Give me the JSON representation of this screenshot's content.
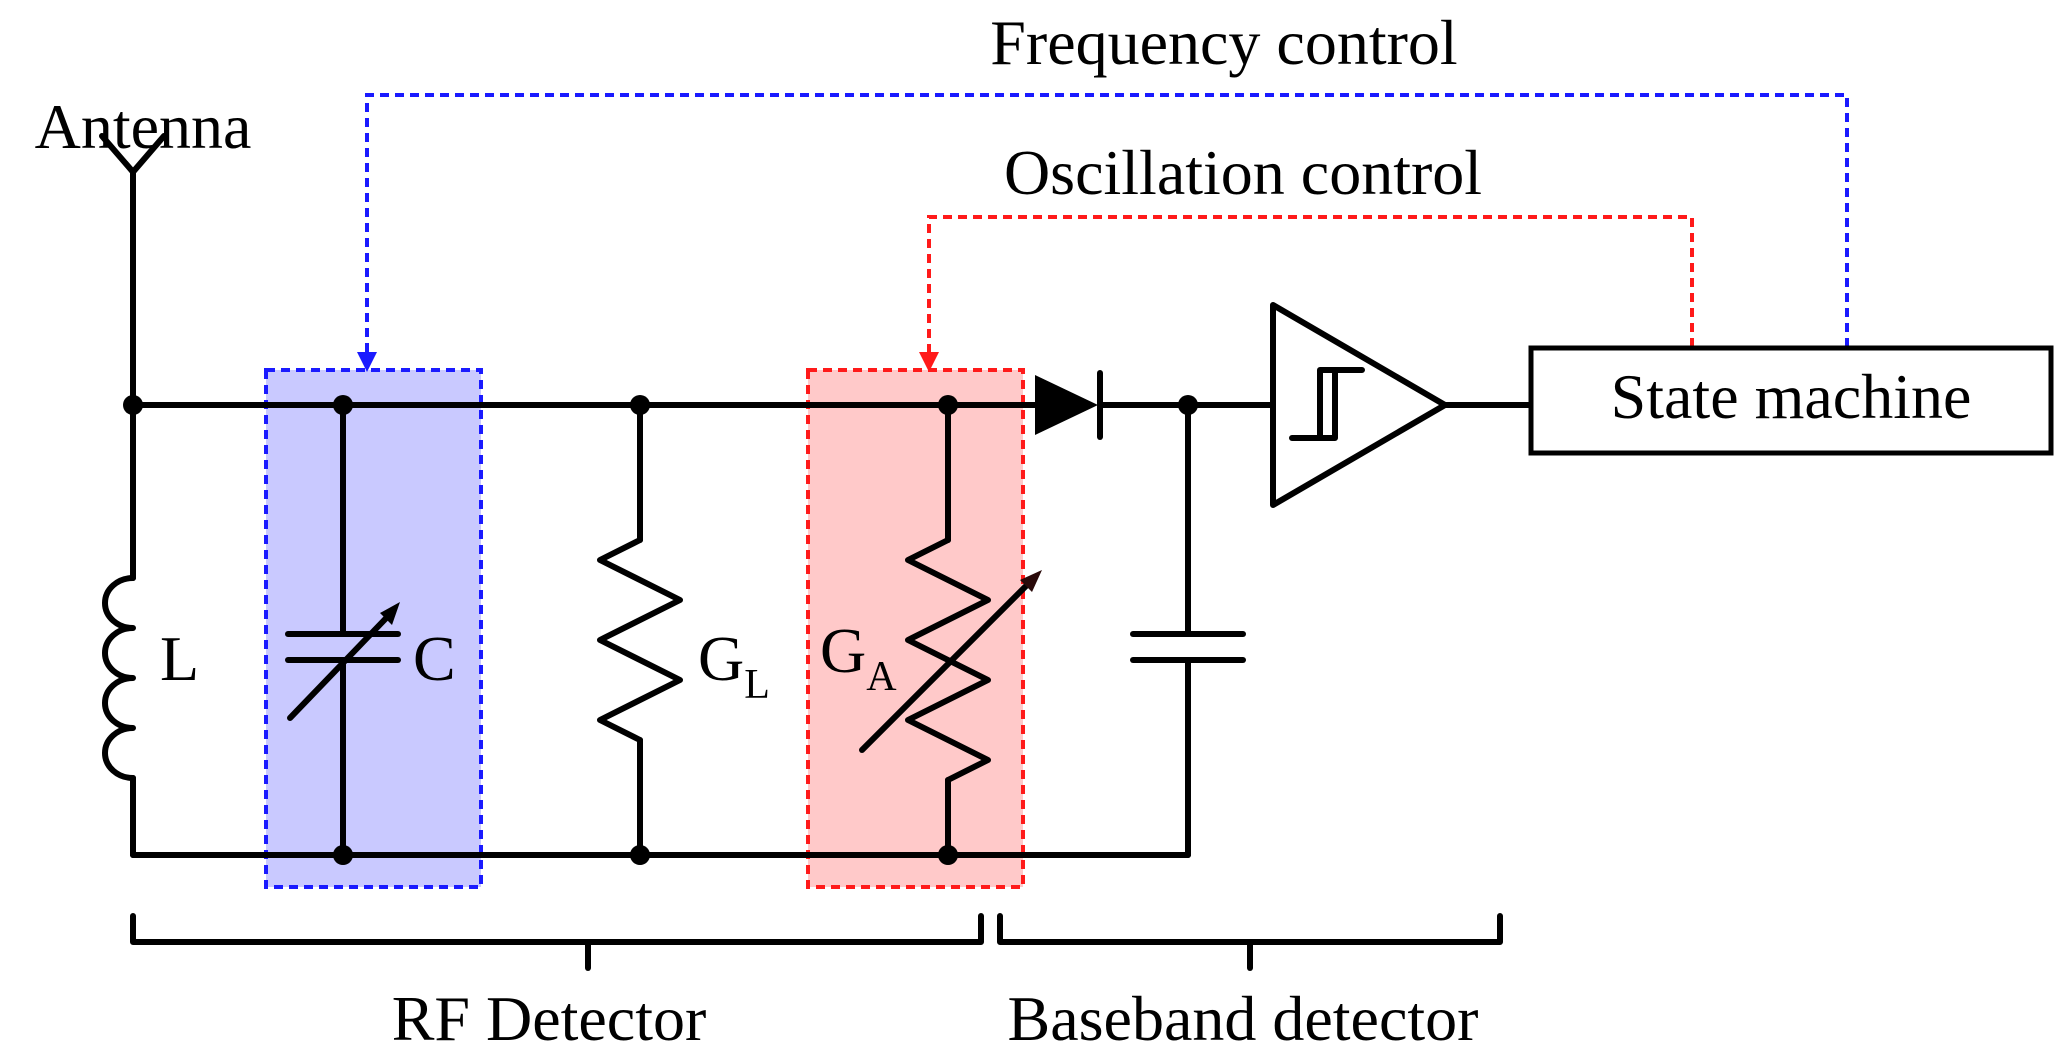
{
  "labels": {
    "frequency_control": "Frequency control",
    "oscillation_control": "Oscillation control",
    "antenna": "Antenna",
    "state_machine": "State machine",
    "inductor": "L",
    "capacitor": "C",
    "load_conductance": "G",
    "load_conductance_sub": "L",
    "active_conductance": "G",
    "active_conductance_sub": "A",
    "rf_detector": "RF Detector",
    "baseband_detector": "Baseband detector"
  },
  "colors": {
    "frequency_control_line": "#1a1aff",
    "oscillation_control_line": "#ff1a1a",
    "capacitor_highlight_fill": "#c9c9ff",
    "active_highlight_fill": "#ffc9c9",
    "wire": "#000000"
  }
}
